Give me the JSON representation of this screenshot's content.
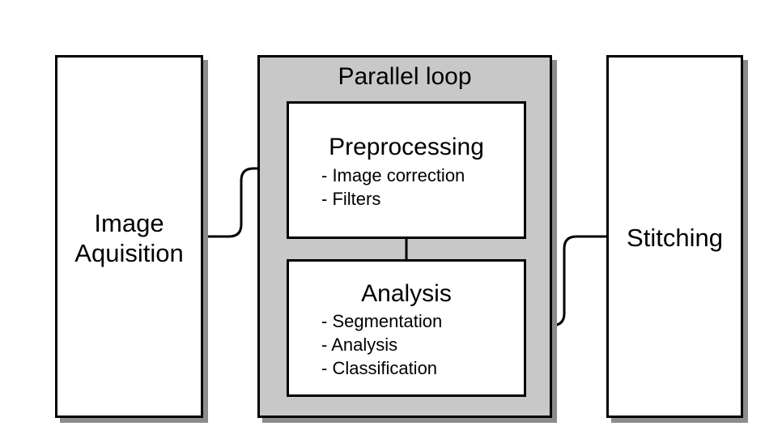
{
  "diagram": {
    "image_acquisition": {
      "lines": [
        "Image",
        "Aquisition"
      ]
    },
    "parallel_loop": {
      "title": "Parallel loop",
      "preprocessing": {
        "title": "Preprocessing",
        "items": [
          "- Image correction",
          "- Filters"
        ]
      },
      "analysis": {
        "title": "Analysis",
        "items": [
          "- Segmentation",
          "- Analysis",
          "- Classification"
        ]
      }
    },
    "stitching": {
      "label": "Stitching"
    }
  },
  "colors": {
    "box_border": "#000000",
    "box_fill": "#ffffff",
    "loop_fill": "#c8c8c8",
    "shadow": "#8c8c8c"
  }
}
